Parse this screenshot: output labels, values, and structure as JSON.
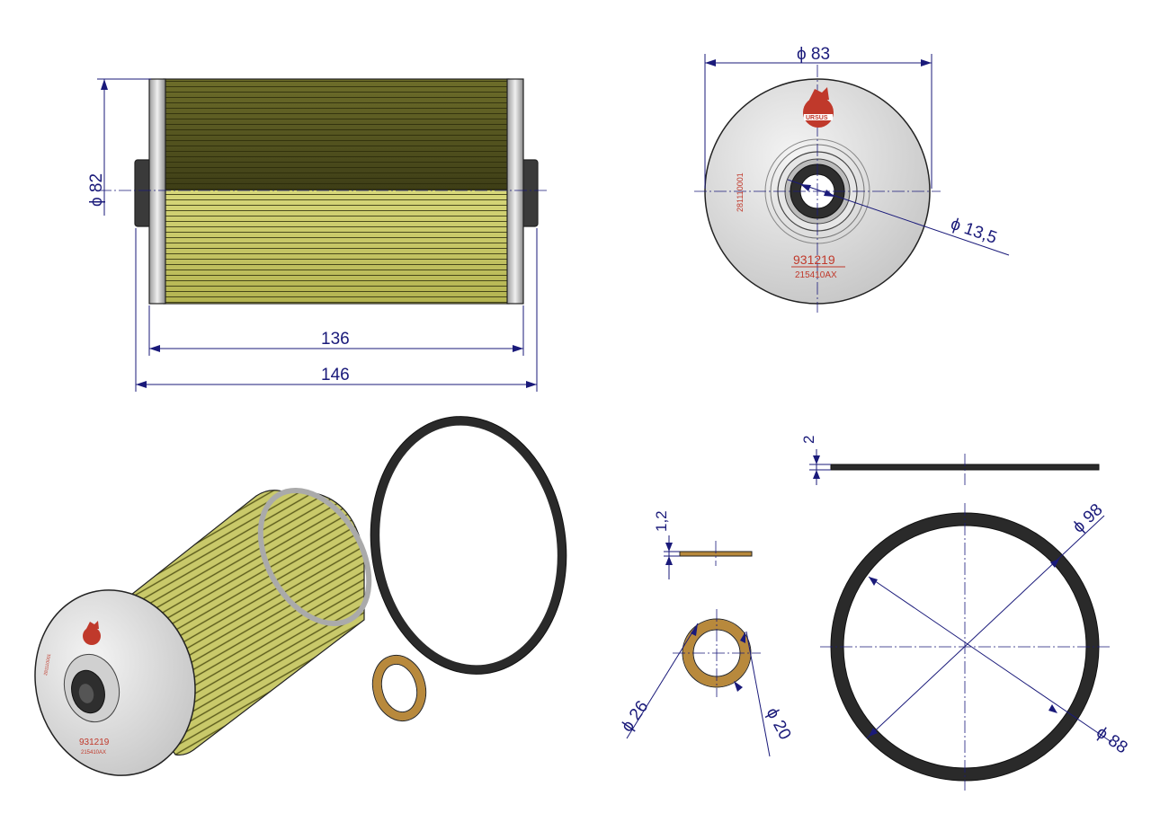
{
  "drawing": {
    "dimensions": {
      "side_height": "ϕ 82",
      "inner_length": "136",
      "overall_length": "146",
      "end_outer_diameter": "ϕ 83",
      "end_bore_diameter": "ϕ 13,5",
      "washer_thickness": "1,2",
      "washer_outer_diameter": "ϕ 26",
      "washer_inner_diameter": "ϕ 20",
      "gasket_thickness": "2",
      "gasket_outer_diameter": "ϕ 98",
      "gasket_inner_diameter": "ϕ 88"
    },
    "markings": {
      "part_number": "931219",
      "reference_code": "215410AX",
      "batch_code": "281110001",
      "brand": "URSUS",
      "iso_part_number": "931219",
      "iso_reference_code": "215410AX",
      "iso_batch_code": "281110001"
    },
    "colors": {
      "dimension": "#1a1a7a",
      "marking": "#c0392b",
      "pleat_dark": "#4e4e1c",
      "pleat_light": "#c9c96a",
      "washer": "#b8893c",
      "gasket": "#2a2a2a",
      "metal": "#d9d9d9"
    },
    "icons": [
      "ursus-bear-logo-icon"
    ]
  }
}
